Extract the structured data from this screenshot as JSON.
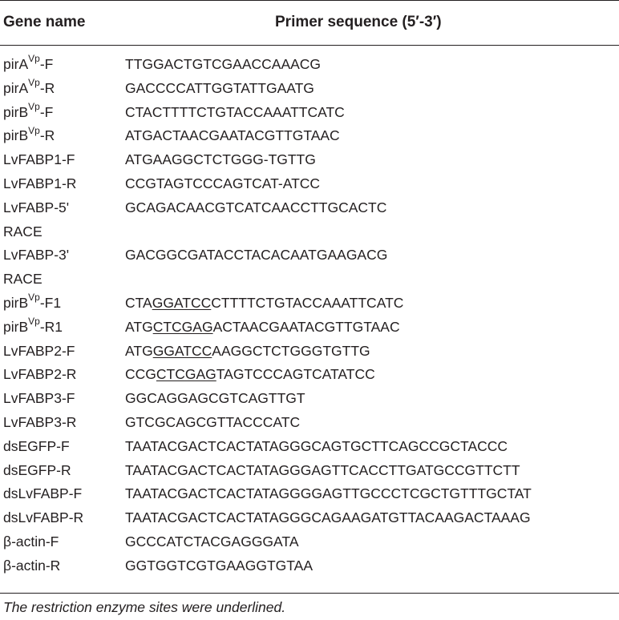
{
  "header": {
    "gene_col": "Gene name",
    "primer_col": "Primer sequence (5′-3′)"
  },
  "rows": [
    {
      "gene_base": "pirA",
      "gene_sup": "Vp",
      "gene_suffix": "-F",
      "seq_pre": "TTGGACTGTCGAACCAAACG",
      "seq_ul": "",
      "seq_post": ""
    },
    {
      "gene_base": "pirA",
      "gene_sup": "Vp",
      "gene_suffix": "-R",
      "seq_pre": "GACCCCATTGGTATTGAATG",
      "seq_ul": "",
      "seq_post": ""
    },
    {
      "gene_base": "pirB",
      "gene_sup": "Vp",
      "gene_suffix": "-F",
      "seq_pre": "CTACTTTTCTGTACCAAATTCATC",
      "seq_ul": "",
      "seq_post": ""
    },
    {
      "gene_base": "pirB",
      "gene_sup": "Vp",
      "gene_suffix": "-R",
      "seq_pre": "ATGACTAACGAATACGTTGTAAC",
      "seq_ul": "",
      "seq_post": ""
    },
    {
      "gene_base": "LvFABP1-F",
      "gene_sup": "",
      "gene_suffix": "",
      "seq_pre": "ATGAAGGCTCTGGG-TGTTG",
      "seq_ul": "",
      "seq_post": ""
    },
    {
      "gene_base": "LvFABP1-R",
      "gene_sup": "",
      "gene_suffix": "",
      "seq_pre": "CCGTAGTCCCAGTCAT-ATCC",
      "seq_ul": "",
      "seq_post": ""
    },
    {
      "gene_base": "LvFABP-5'",
      "gene_sup": "",
      "gene_suffix": "",
      "seq_pre": "GCAGACAACGTCATCAACCTTGCACTC",
      "seq_ul": "",
      "seq_post": ""
    },
    {
      "gene_base": "RACE",
      "gene_sup": "",
      "gene_suffix": "",
      "seq_pre": "",
      "seq_ul": "",
      "seq_post": ""
    },
    {
      "gene_base": "LvFABP-3'",
      "gene_sup": "",
      "gene_suffix": "",
      "seq_pre": "GACGGCGATACCTACACAATGAAGACG",
      "seq_ul": "",
      "seq_post": ""
    },
    {
      "gene_base": "RACE",
      "gene_sup": "",
      "gene_suffix": "",
      "seq_pre": "",
      "seq_ul": "",
      "seq_post": ""
    },
    {
      "gene_base": "pirB",
      "gene_sup": "Vp",
      "gene_suffix": "-F1",
      "seq_pre": "CTA",
      "seq_ul": "GGATCC",
      "seq_post": "CTTTTCTGTACCAAATTCATC"
    },
    {
      "gene_base": "pirB",
      "gene_sup": "Vp",
      "gene_suffix": "-R1",
      "seq_pre": "ATG",
      "seq_ul": "CTCGAG",
      "seq_post": "ACTAACGAATACGTTGTAAC"
    },
    {
      "gene_base": "LvFABP2-F",
      "gene_sup": "",
      "gene_suffix": "",
      "seq_pre": "ATG",
      "seq_ul": "GGATCC",
      "seq_post": "AAGGCTCTGGGTGTTG"
    },
    {
      "gene_base": "LvFABP2-R",
      "gene_sup": "",
      "gene_suffix": "",
      "seq_pre": "CCG",
      "seq_ul": "CTCGAG",
      "seq_post": "TAGTCCCAGTCATATCC"
    },
    {
      "gene_base": "LvFABP3-F",
      "gene_sup": "",
      "gene_suffix": "",
      "seq_pre": "GGCAGGAGCGTCAGTTGT",
      "seq_ul": "",
      "seq_post": ""
    },
    {
      "gene_base": "LvFABP3-R",
      "gene_sup": "",
      "gene_suffix": "",
      "seq_pre": "GTCGCAGCGTTACCCATC",
      "seq_ul": "",
      "seq_post": ""
    },
    {
      "gene_base": "dsEGFP-F",
      "gene_sup": "",
      "gene_suffix": "",
      "seq_pre": "TAATACGACTCACTATAGGGCAGTGCTTCAGCCGCTACCC",
      "seq_ul": "",
      "seq_post": ""
    },
    {
      "gene_base": "dsEGFP-R",
      "gene_sup": "",
      "gene_suffix": "",
      "seq_pre": "TAATACGACTCACTATAGGGAGTTCACCTTGATGCCGTTCTT",
      "seq_ul": "",
      "seq_post": ""
    },
    {
      "gene_base": "dsLvFABP-F",
      "gene_sup": "",
      "gene_suffix": "",
      "seq_pre": "TAATACGACTCACTATAGGGGAGTTGCCCTCGCTGTTTGCTAT",
      "seq_ul": "",
      "seq_post": ""
    },
    {
      "gene_base": "dsLvFABP-R",
      "gene_sup": "",
      "gene_suffix": "",
      "seq_pre": "TAATACGACTCACTATAGGGCAGAAGATGTTACAAGACTAAAG",
      "seq_ul": "",
      "seq_post": ""
    },
    {
      "gene_base": "β-actin-F",
      "gene_sup": "",
      "gene_suffix": "",
      "seq_pre": "GCCCATCTACGAGGGATA",
      "seq_ul": "",
      "seq_post": ""
    },
    {
      "gene_base": "β-actin-R",
      "gene_sup": "",
      "gene_suffix": "",
      "seq_pre": "GGTGGTCGTGAAGGTGTAA",
      "seq_ul": "",
      "seq_post": ""
    }
  ],
  "footnote": "The restriction enzyme sites were underlined."
}
